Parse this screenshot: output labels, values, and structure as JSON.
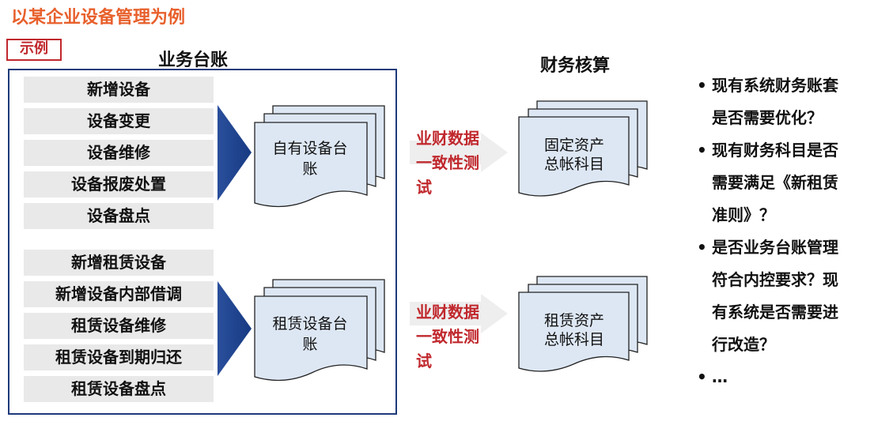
{
  "title": "以某企业设备管理为例",
  "example_tag": "示例",
  "business_ledger_heading": "业务台账",
  "financial_accounting_heading": "财务核算",
  "group1": {
    "items": [
      "新增设备",
      "设备变更",
      "设备维修",
      "设备报废处置",
      "设备盘点"
    ],
    "ledger_doc_lines": [
      "自有设备台",
      "账"
    ],
    "consistency_lines": [
      "业财数据",
      "一致性测",
      "试"
    ],
    "account_doc_lines": [
      "固定资产",
      "总帐科目"
    ]
  },
  "group2": {
    "items": [
      "新增租赁设备",
      "新增设备内部借调",
      "租赁设备维修",
      "租赁设备到期归还",
      "租赁设备盘点"
    ],
    "ledger_doc_lines": [
      "租赁设备台",
      "账"
    ],
    "consistency_lines": [
      "业财数据",
      "一致性测",
      "试"
    ],
    "account_doc_lines": [
      "租赁资产",
      "总帐科目"
    ]
  },
  "questions": [
    {
      "bullet": "•",
      "lines": [
        "现有系统财务账套",
        "是否需要优化？"
      ]
    },
    {
      "bullet": "•",
      "lines": [
        "现有财务科目是否",
        "需要满足《新租赁",
        "准则》？"
      ]
    },
    {
      "bullet": "•",
      "lines": [
        "是否业务台账管理",
        "符合内控要求？现",
        "有系统是否需要进",
        "行改造？"
      ]
    },
    {
      "bullet": "•",
      "lines": [
        "…"
      ]
    }
  ],
  "colors": {
    "title": "#e8602c",
    "accent_red": "#c0282d",
    "navy": "#1f3a7a",
    "item_bg": "#e9e9e9",
    "doc_fill": "#dde7f4",
    "arrow_grey": "#eeeeee"
  }
}
